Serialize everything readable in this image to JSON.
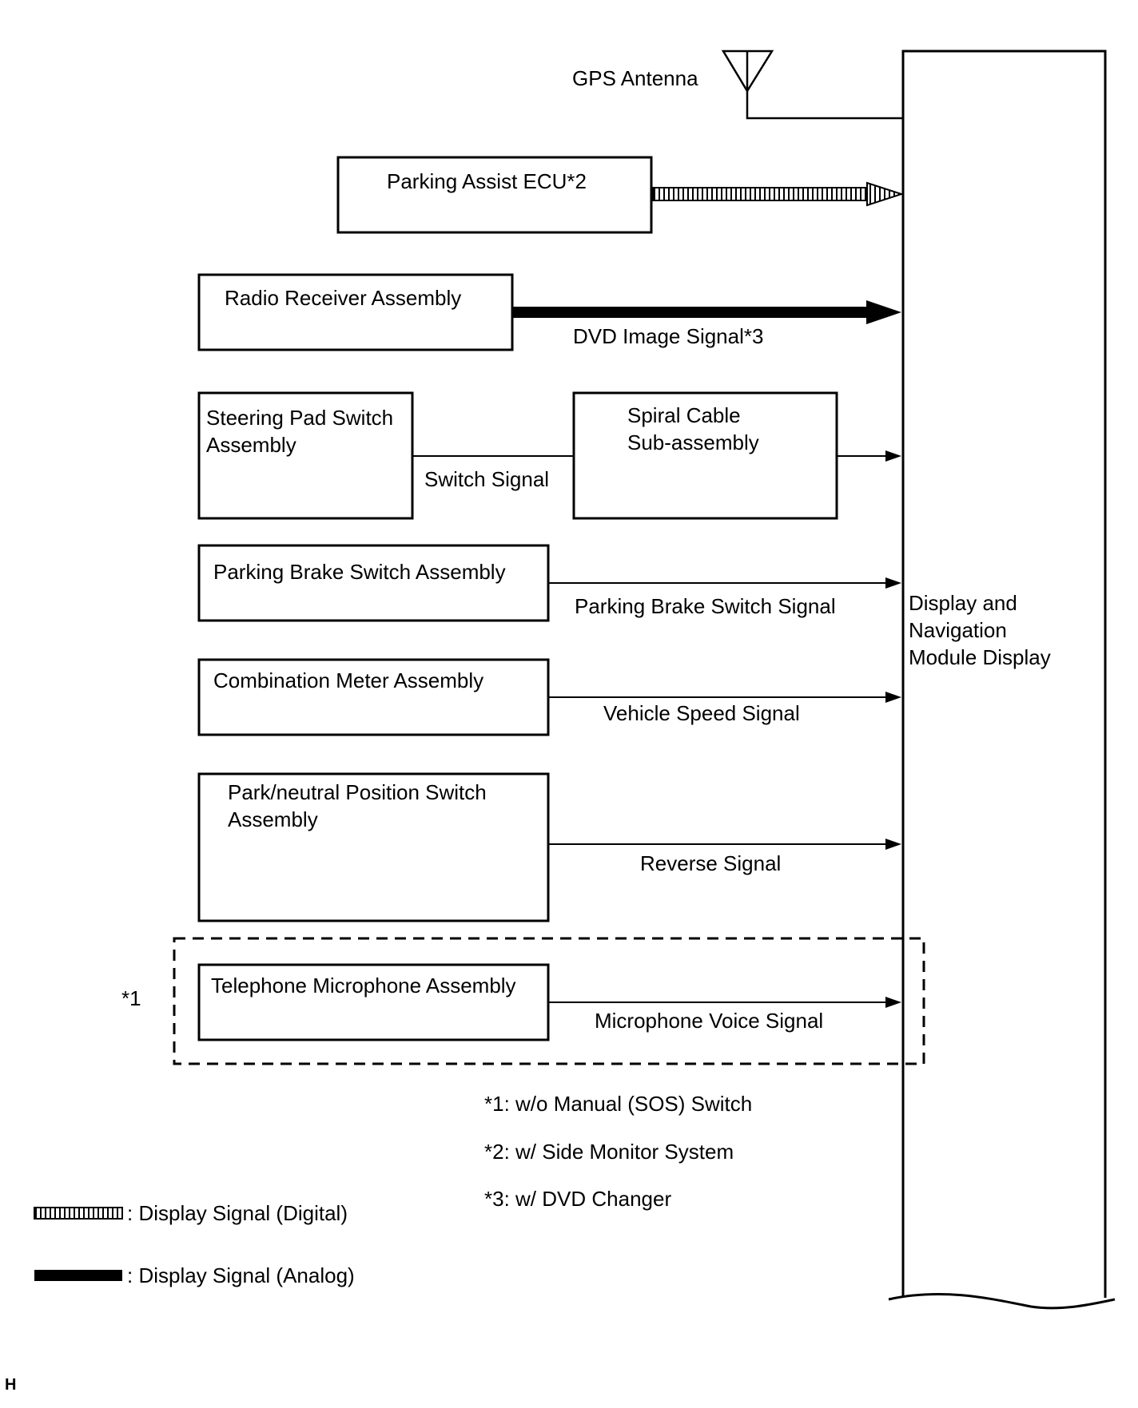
{
  "gps_antenna": "GPS Antenna",
  "blocks": {
    "parking_assist_ecu": "Parking Assist ECU*2",
    "radio_receiver": "Radio Receiver Assembly",
    "steering_pad_switch": [
      "Steering Pad Switch",
      "Assembly"
    ],
    "spiral_cable": [
      "Spiral  Cable",
      "Sub-assembly"
    ],
    "parking_brake_switch": "Parking Brake Switch Assembly",
    "combination_meter": "Combination Meter Assembly",
    "park_neutral_switch": [
      "Park/neutral Position Switch",
      "Assembly"
    ],
    "telephone_microphone": "Telephone Microphone Assembly",
    "display_navigation": [
      "Display and",
      "Navigation",
      "Module Display"
    ]
  },
  "signals": {
    "dvd_image": "DVD Image Signal*3",
    "switch": "Switch Signal",
    "parking_brake": "Parking Brake Switch Signal",
    "vehicle_speed": "Vehicle Speed Signal",
    "reverse": "Reverse Signal",
    "microphone_voice": "Microphone Voice Signal"
  },
  "optional_group_marker": "*1",
  "footnotes": [
    "*1: w/o Manual (SOS) Switch",
    "*2: w/ Side Monitor System",
    "*3: w/ DVD Changer"
  ],
  "legend": {
    "digital": ": Display Signal (Digital)",
    "analog": ": Display Signal (Analog)"
  },
  "corner_mark": "H"
}
